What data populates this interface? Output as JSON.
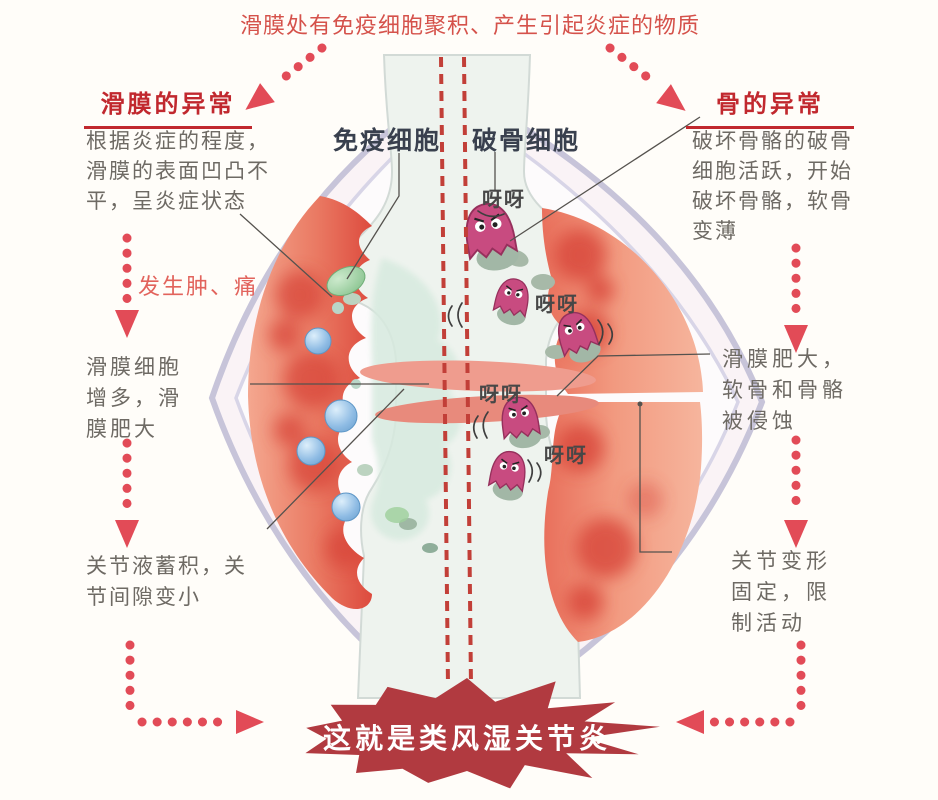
{
  "title": {
    "text": "滑膜处有免疫细胞聚积、产生引起炎症的物质"
  },
  "left_panel": {
    "heading": "滑膜的异常",
    "para_inflammation": "根据炎症的程度，\n滑膜的表面凹凸不\n平，呈炎症状态",
    "highlight_swelling_pain": "发生肿、痛",
    "para_synovial_cells": "滑膜细胞\n增多，滑\n膜肥大",
    "para_joint_fluid": "关节液蓄积，关\n节间隙变小"
  },
  "right_panel": {
    "heading": "骨的异常",
    "para_osteoclast": "破坏骨骼的破骨\n细胞活跃，开始\n破坏骨骼，软骨\n变薄",
    "para_erosion": "滑膜肥大，\n软骨和骨骼\n被侵蚀",
    "para_deformity": "关节变形\n固定，限\n制活动"
  },
  "center": {
    "immune_cell_label": "免疫细胞",
    "osteoclast_label": "破骨细胞",
    "cries": [
      "呀呀",
      "呀呀",
      "呀呀",
      "呀呀"
    ]
  },
  "banner": {
    "text": "这就是类风湿关节炎"
  },
  "colors": {
    "accent_red": "#c1282e",
    "title_red": "#d5524b",
    "arrow_red": "#e24b57",
    "dashed_red": "#c23f38",
    "banner_red": "#b13a40",
    "body_gray": "#6e6a64",
    "highlight_salmon": "#e2635c",
    "label_dark": "#39404e"
  }
}
